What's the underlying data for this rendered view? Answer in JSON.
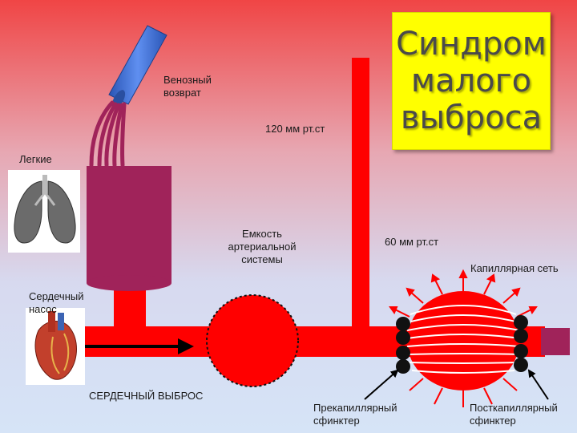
{
  "title": "Синдром малого выброса",
  "labels": {
    "venous_return": "Венозный возврат",
    "pressure_120": "120 мм рт.ст",
    "lungs": "Легкие",
    "arterial_capacity": "Емкость артериальной системы",
    "pressure_60": "60 мм рт.ст",
    "capillary_network": "Капиллярная сеть",
    "heart_pump": "Сердечный насос",
    "cardiac_output": "СЕРДЕЧНЫЙ ВЫБРОС",
    "precapillary_sphincter": "Прекапиллярный сфинктер",
    "postcapillary_sphincter": "Посткапиллярный сфинктер"
  },
  "colors": {
    "background_top": "#f04545",
    "background_bottom": "#d6e4f7",
    "vessel_red": "#ff0000",
    "reservoir": "#a0235a",
    "venous_pipe": "#3b6fd6",
    "title_bg": "#ffff00",
    "sphincter": "#111111"
  },
  "icons": [
    "lungs-image",
    "heart-image",
    "venous-pipe-icon"
  ]
}
